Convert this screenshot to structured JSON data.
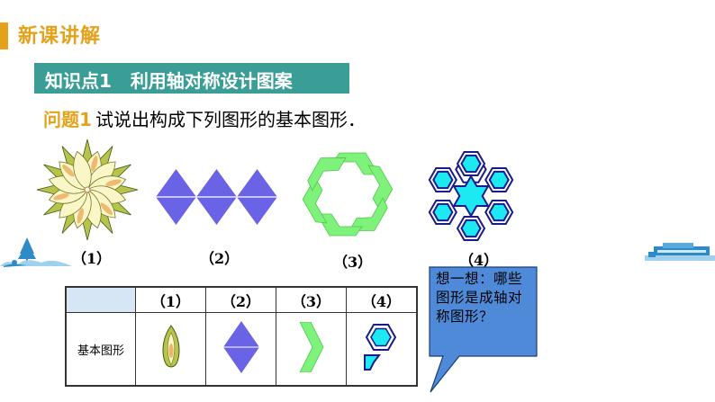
{
  "section": {
    "title": "新课讲解"
  },
  "knowledge_point": {
    "label": "知识点1",
    "title": "利用轴对称设计图案"
  },
  "question": {
    "label": "问题1",
    "text": "试说出构成下列图形的基本图形．"
  },
  "figures": [
    {
      "label": "（1）"
    },
    {
      "label": "（2）"
    },
    {
      "label": "（3）"
    },
    {
      "label": "（4）"
    }
  ],
  "table": {
    "headers": [
      "（1）",
      "（2）",
      "（3）",
      "（4）"
    ],
    "row_label": "基本图形"
  },
  "bubble": {
    "text": "想一想：哪些图形是成轴对称图形？"
  },
  "colors": {
    "accent": "#e3a21a",
    "banner": "#3a9d96",
    "diamond": "#6b63e6",
    "green": "#7ef27a",
    "cyan": "#1de9f2",
    "navy": "#1a1a8c",
    "bubble": "#4f8ad8"
  }
}
